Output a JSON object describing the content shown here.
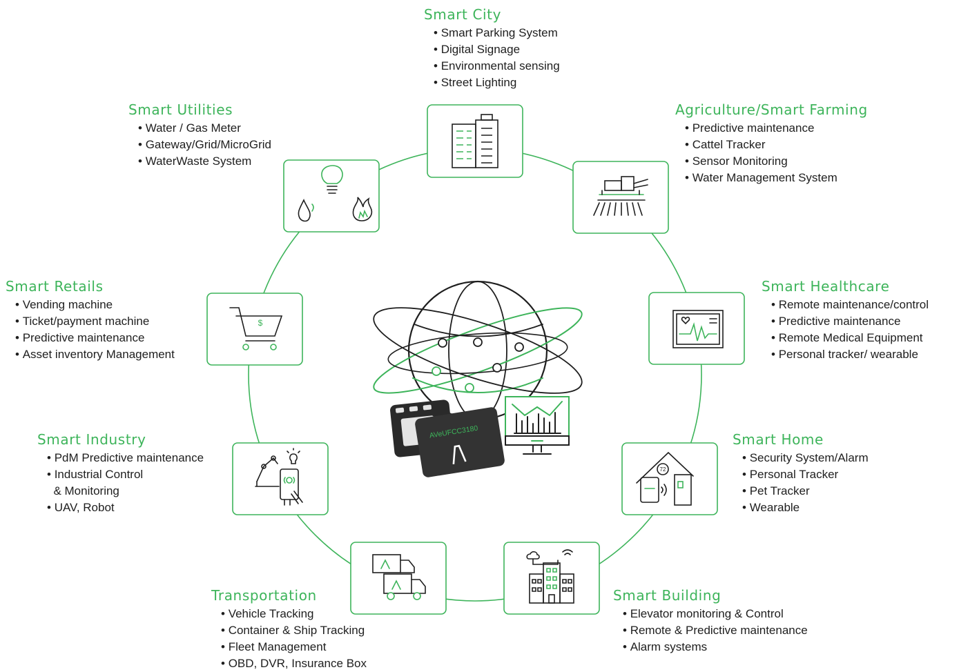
{
  "colors": {
    "accent": "#3db45a",
    "text": "#1e1e1e",
    "chip": "#2a2a2a"
  },
  "chip": {
    "label": "AVeUFCC3180"
  },
  "segments": [
    {
      "id": "smart-city",
      "title": "Smart City",
      "icon": "city-buildings-icon",
      "items": [
        "Smart Parking System",
        "Digital Signage",
        "Environmental sensing",
        "Street Lighting"
      ]
    },
    {
      "id": "agriculture",
      "title": "Agriculture/Smart Farming",
      "icon": "harvester-icon",
      "items": [
        "Predictive maintenance",
        "Cattel Tracker",
        "Sensor Monitoring",
        "Water Management System"
      ]
    },
    {
      "id": "smart-healthcare",
      "title": "Smart Healthcare",
      "icon": "heart-monitor-icon",
      "items": [
        "Remote maintenance/control",
        "Predictive maintenance",
        "Remote Medical Equipment",
        "Personal tracker/ wearable"
      ]
    },
    {
      "id": "smart-home",
      "title": "Smart Home",
      "icon": "smart-house-icon",
      "items": [
        "Security System/Alarm",
        "Personal Tracker",
        "Pet Tracker",
        "Wearable"
      ]
    },
    {
      "id": "smart-building",
      "title": "Smart Building",
      "icon": "connected-building-icon",
      "items": [
        "Elevator monitoring & Control",
        "Remote & Predictive maintenance",
        "Alarm systems"
      ]
    },
    {
      "id": "transportation",
      "title": "Transportation",
      "icon": "trucks-icon",
      "items": [
        "Vehicle Tracking",
        "Container & Ship Tracking",
        "Fleet Management",
        "OBD, DVR, Insurance Box"
      ]
    },
    {
      "id": "smart-industry",
      "title": "Smart Industry",
      "icon": "robot-arm-icon",
      "items": [
        "PdM Predictive maintenance",
        "Industrial Control",
        "& Monitoring",
        "UAV, Robot"
      ]
    },
    {
      "id": "smart-retails",
      "title": "Smart Retails",
      "icon": "shopping-cart-icon",
      "items": [
        "Vending machine",
        "Ticket/payment machine",
        "Predictive maintenance",
        "Asset inventory Management"
      ]
    },
    {
      "id": "smart-utilities",
      "title": "Smart Utilities",
      "icon": "utilities-icon",
      "items": [
        "Water / Gas Meter",
        "Gateway/Grid/MicroGrid",
        "WaterWaste System"
      ]
    }
  ]
}
